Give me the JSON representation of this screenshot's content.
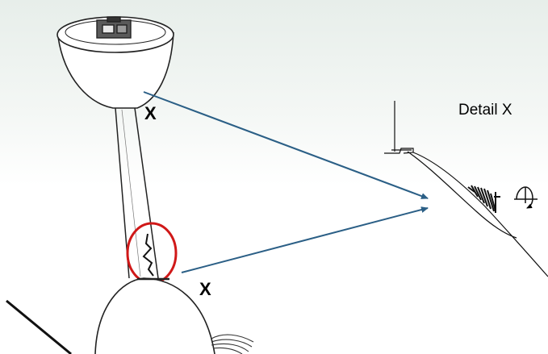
{
  "diagram": {
    "detail_title": "Detail X",
    "marker_top": "X",
    "marker_bottom": "X"
  }
}
